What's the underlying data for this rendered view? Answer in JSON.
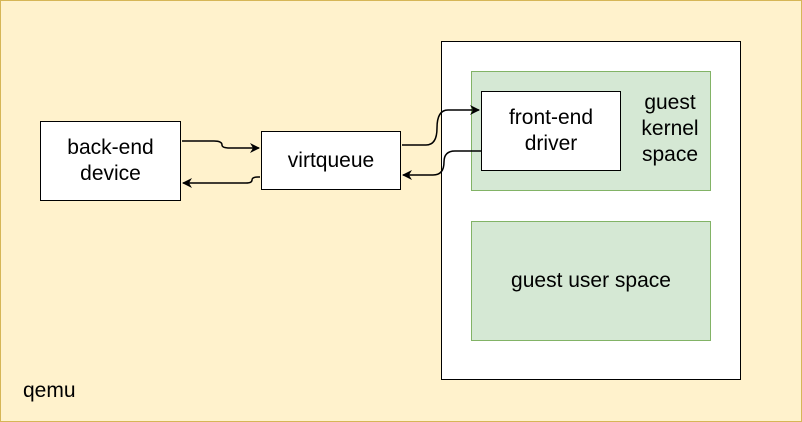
{
  "diagram": {
    "container_label": "qemu",
    "nodes": {
      "back_end": "back-end\ndevice",
      "virtqueue": "virtqueue",
      "front_end": "front-end\ndriver",
      "kernel_space": "guest\nkernel\nspace",
      "user_space": "guest user space"
    },
    "edges": [
      {
        "from": "back-end device",
        "to": "virtqueue"
      },
      {
        "from": "virtqueue",
        "to": "back-end device"
      },
      {
        "from": "virtqueue",
        "to": "front-end driver"
      },
      {
        "from": "front-end driver",
        "to": "virtqueue"
      }
    ],
    "colors": {
      "qemu_fill": "#fff2cc",
      "qemu_border": "#d6b656",
      "guest_fill": "#d5e8d4",
      "guest_border": "#82b366",
      "box_fill": "#ffffff",
      "line": "#000000"
    }
  }
}
